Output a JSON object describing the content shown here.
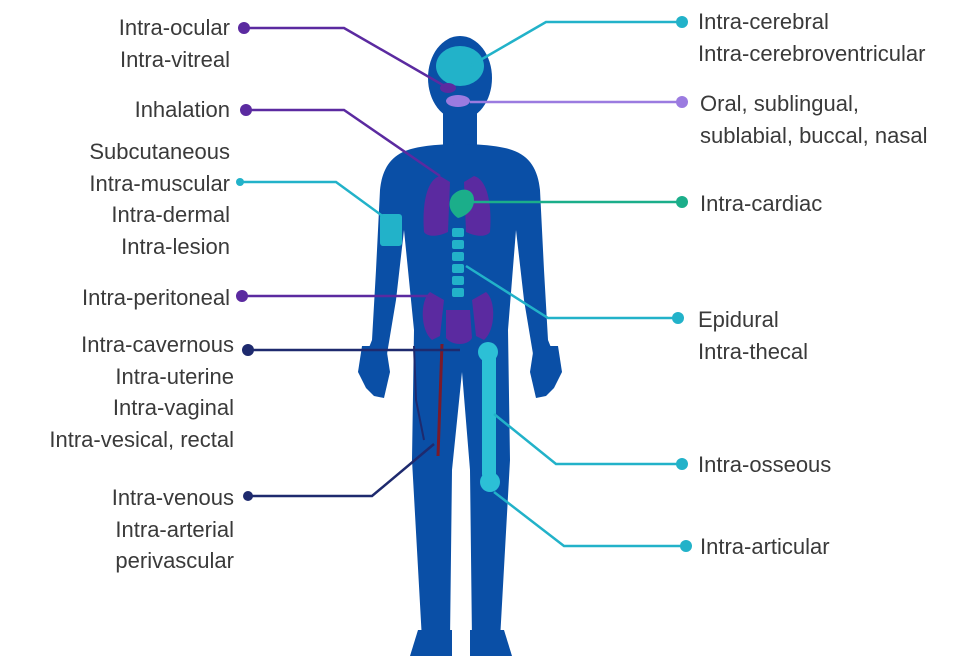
{
  "colors": {
    "body": "#0a4fa6",
    "purple": "#5b2aa0",
    "lavender": "#9b7be0",
    "teal": "#22b2c9",
    "green": "#1bae8a",
    "navy": "#1e2a6e",
    "vessel": "#7a1a2a",
    "bone": "#2cc0d6",
    "text": "#3a3a3a"
  },
  "routes": [
    {
      "id": "ocular",
      "side": "left",
      "color": "purple",
      "lines": [
        "Intra-ocular",
        "Intra-vitreal"
      ]
    },
    {
      "id": "inhalation",
      "side": "left",
      "color": "purple",
      "lines": [
        "Inhalation"
      ]
    },
    {
      "id": "subcutaneous",
      "side": "left",
      "color": "teal",
      "lines": [
        "Subcutaneous",
        "Intra-muscular",
        "Intra-dermal",
        "Intra-lesion"
      ]
    },
    {
      "id": "peritoneal",
      "side": "left",
      "color": "purple",
      "lines": [
        "Intra-peritoneal"
      ]
    },
    {
      "id": "cavernous",
      "side": "left",
      "color": "navy",
      "lines": [
        "Intra-cavernous",
        "Intra-uterine",
        "Intra-vaginal",
        "Intra-vesical, rectal"
      ]
    },
    {
      "id": "venous",
      "side": "left",
      "color": "navy",
      "lines": [
        "Intra-venous",
        "Intra-arterial",
        "perivascular"
      ]
    },
    {
      "id": "cerebral",
      "side": "right",
      "color": "teal",
      "lines": [
        "Intra-cerebral",
        "Intra-cerebroventricular"
      ]
    },
    {
      "id": "oral",
      "side": "right",
      "color": "lavender",
      "lines": [
        "Oral, sublingual,",
        "sublabial, buccal, nasal"
      ]
    },
    {
      "id": "cardiac",
      "side": "right",
      "color": "green",
      "lines": [
        "Intra-cardiac"
      ]
    },
    {
      "id": "epidural",
      "side": "right",
      "color": "teal",
      "lines": [
        "Epidural",
        "Intra-thecal"
      ]
    },
    {
      "id": "osseous",
      "side": "right",
      "color": "teal",
      "lines": [
        "Intra-osseous"
      ]
    },
    {
      "id": "articular",
      "side": "right",
      "color": "teal",
      "lines": [
        "Intra-articular"
      ]
    }
  ]
}
